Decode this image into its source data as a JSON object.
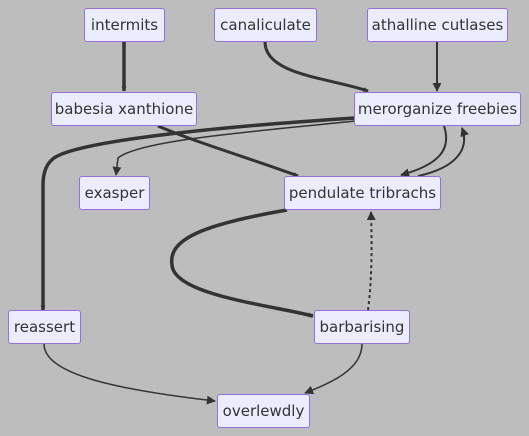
{
  "colors": {
    "background": "#bdbdbd",
    "node_fill": "#ececff",
    "node_border": "#9370db",
    "edge": "#333333",
    "text": "#333333"
  },
  "nodes": {
    "intermits": "intermits",
    "canaliculate": "canaliculate",
    "athalline_cutlases": "athalline cutlases",
    "babesia_xanthione": "babesia xanthione",
    "merorganize_freebies": "merorganize freebies",
    "exasper": "exasper",
    "pendulate_tribrachs": "pendulate tribrachs",
    "reassert": "reassert",
    "barbarising": "barbarising",
    "overlewdly": "overlewdly"
  },
  "edges": [
    {
      "from": "intermits",
      "to": "babesia xanthione",
      "style": "thick"
    },
    {
      "from": "canaliculate",
      "to": "merorganize freebies",
      "style": "thick"
    },
    {
      "from": "athalline cutlases",
      "to": "merorganize freebies",
      "style": "normal"
    },
    {
      "from": "babesia xanthione",
      "to": "pendulate tribrachs",
      "style": "thick"
    },
    {
      "from": "merorganize freebies",
      "to": "exasper",
      "style": "normal"
    },
    {
      "from": "merorganize freebies",
      "to": "pendulate tribrachs",
      "style": "normal"
    },
    {
      "from": "pendulate tribrachs",
      "to": "merorganize freebies",
      "style": "normal"
    },
    {
      "from": "merorganize freebies",
      "to": "reassert",
      "style": "thick"
    },
    {
      "from": "pendulate tribrachs",
      "to": "barbarising",
      "style": "thick"
    },
    {
      "from": "barbarising",
      "to": "pendulate tribrachs",
      "style": "dotted"
    },
    {
      "from": "reassert",
      "to": "overlewdly",
      "style": "normal"
    },
    {
      "from": "barbarising",
      "to": "overlewdly",
      "style": "normal"
    }
  ]
}
